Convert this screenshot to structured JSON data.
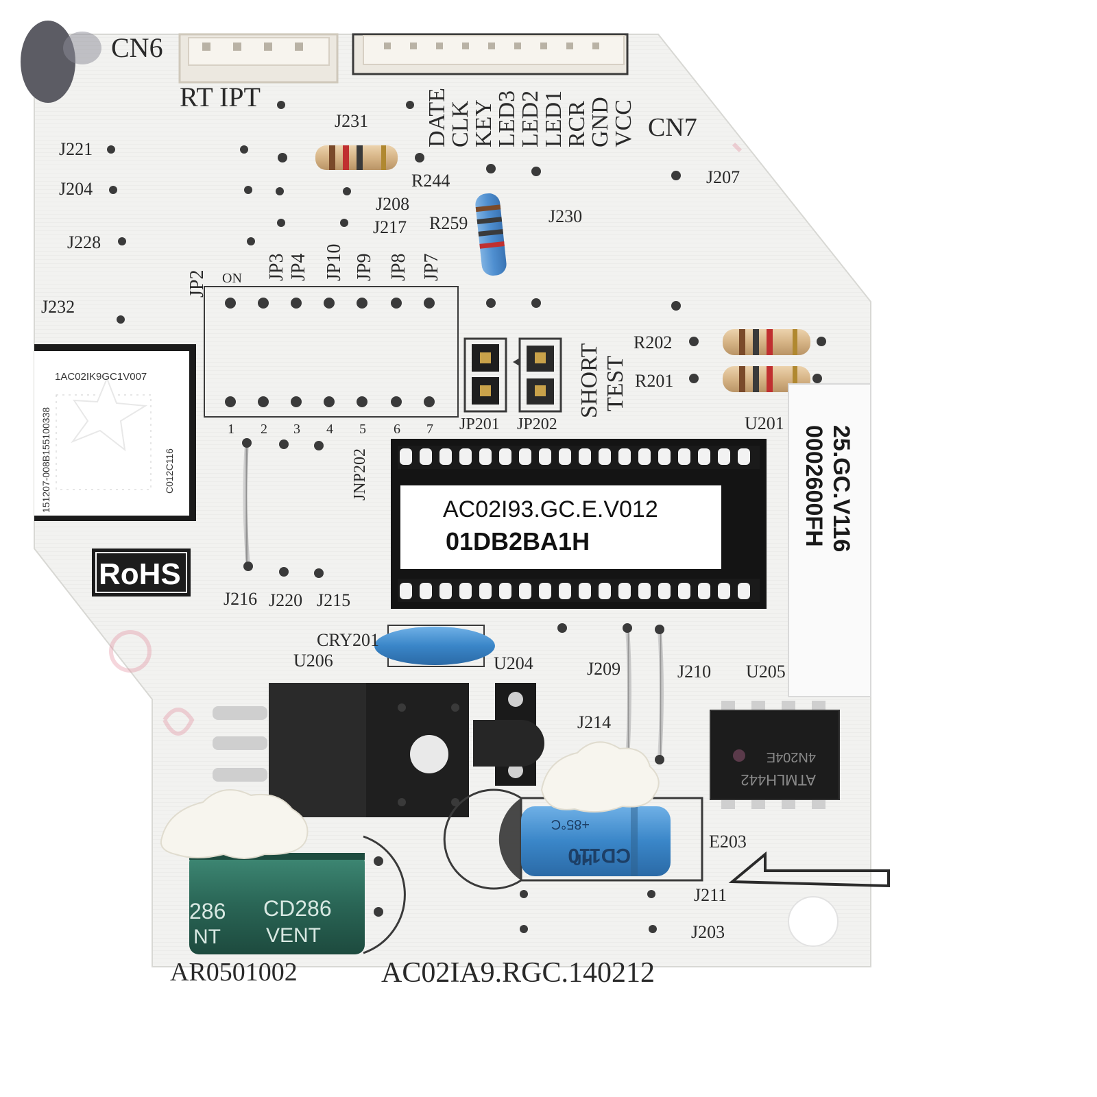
{
  "colors": {
    "board": "#f1f1ef",
    "silkscreen": "#2a2a2a",
    "ic_body": "#1c1c1c",
    "blue_capacitor": "#3a86c8",
    "green_capacitor": "#2e6f5e",
    "resistor_beige": "#d9b88a",
    "resistor_blue": "#4f8fd0"
  },
  "connectors": {
    "cn6": "CN6",
    "rt_ipt": "RT IPT",
    "cn7": "CN7",
    "cn7_pins": [
      "DATE",
      "CLK",
      "KEY",
      "LED3",
      "LED2",
      "LED1",
      "RCR",
      "GND",
      "VCC"
    ]
  },
  "jumpers": {
    "j231": "J231",
    "j221": "J221",
    "j204": "J204",
    "j228": "J228",
    "j208": "J208",
    "j217": "J217",
    "j230": "J230",
    "j207": "J207",
    "j232": "J232",
    "j216": "J216",
    "j220": "J220",
    "j215": "J215",
    "j209": "J209",
    "j210": "J210",
    "j214": "J214",
    "j211": "J211",
    "j203": "J203"
  },
  "resistors": {
    "r244": "R244",
    "r259": "R259",
    "r202": "R202",
    "r201": "R201"
  },
  "dip_switch": {
    "on_label": "ON",
    "labels": [
      "JP2",
      "JP3",
      "JP4",
      "JP10",
      "JP9",
      "JP8",
      "JP7"
    ],
    "numbers": [
      "1",
      "2",
      "3",
      "4",
      "5",
      "6",
      "7"
    ]
  },
  "headers": {
    "jp201": "JP201",
    "jp202": "JP202",
    "short": "SHORT",
    "test": "TEST",
    "jnp202": "JNP202"
  },
  "mcu": {
    "ref": "U201",
    "line1": "AC02I93.GC.E.V012",
    "line2": "01DB2BA1H"
  },
  "side_label": {
    "line1": "25.GC.V116",
    "line2": "0002600FH"
  },
  "barcode_sticker": {
    "line1": "1AC02IK9GC1V007",
    "line2": "151207-008B155100338",
    "line3": "C012C116"
  },
  "rohs": "RoHS",
  "parts": {
    "cry201": "CRY201",
    "u206": "U206",
    "u204": "U204",
    "u205": "U205",
    "e203": "E203",
    "u205_marking1": "ATMLH442",
    "u205_marking2": "4N204E",
    "green_cap_text1": "CD286",
    "green_cap_text2": "VENT",
    "green_cap_text3": "286",
    "green_cap_text4": "NT",
    "blue_cap_text1": "CD110",
    "blue_cap_text2": "JH",
    "blue_cap_text3": "+85°C"
  },
  "board_codes": {
    "left": "AR0501002",
    "right": "AC02IA9.RGC.140212"
  }
}
